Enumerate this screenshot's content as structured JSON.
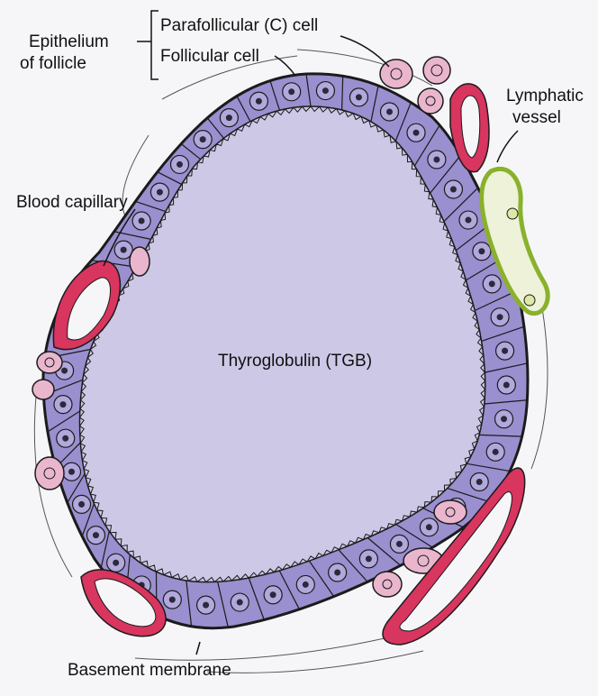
{
  "labels": {
    "epithelium_line1": "Epithelium",
    "epithelium_line2": "of follicle",
    "parafollicular": "Parafollicular (C) cell",
    "follicular": "Follicular cell",
    "lymphatic_line1": "Lymphatic",
    "lymphatic_line2": "vessel",
    "blood_capillary": "Blood capillary",
    "thyroglobulin": "Thyroglobulin (TGB)",
    "basement_membrane": "Basement membrane"
  },
  "colors": {
    "follicular_cell": "#9a8fcf",
    "follicular_cell_dark": "#7e72bb",
    "colloid": "#cdc8e6",
    "parafollicular_cell": "#e9b6cd",
    "blood_capillary": "#d8355f",
    "lymphatic_vessel": "#a6c83a",
    "nucleus": "#b2a8dc",
    "outline": "#1b1b1b"
  }
}
